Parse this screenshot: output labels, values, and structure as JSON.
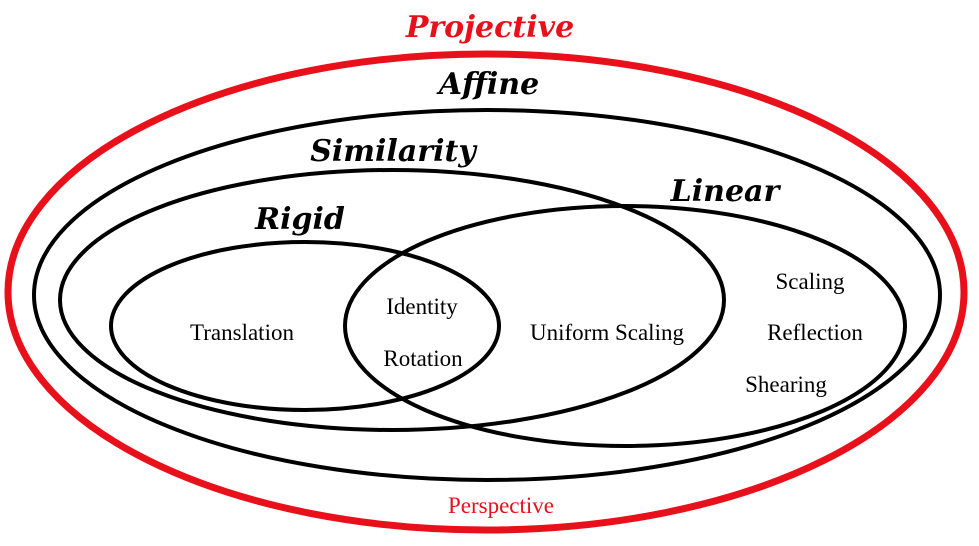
{
  "colors": {
    "black": "#000000",
    "red": "#e8101a"
  },
  "sets": {
    "projective": {
      "label": "Projective"
    },
    "affine": {
      "label": "Affine"
    },
    "similarity": {
      "label": "Similarity"
    },
    "rigid": {
      "label": "Rigid"
    },
    "linear": {
      "label": "Linear"
    }
  },
  "members": {
    "translation": "Translation",
    "identity": "Identity",
    "rotation": "Rotation",
    "uniform_scaling": "Uniform Scaling",
    "scaling": "Scaling",
    "reflection": "Reflection",
    "shearing": "Shearing",
    "perspective": "Perspective"
  }
}
